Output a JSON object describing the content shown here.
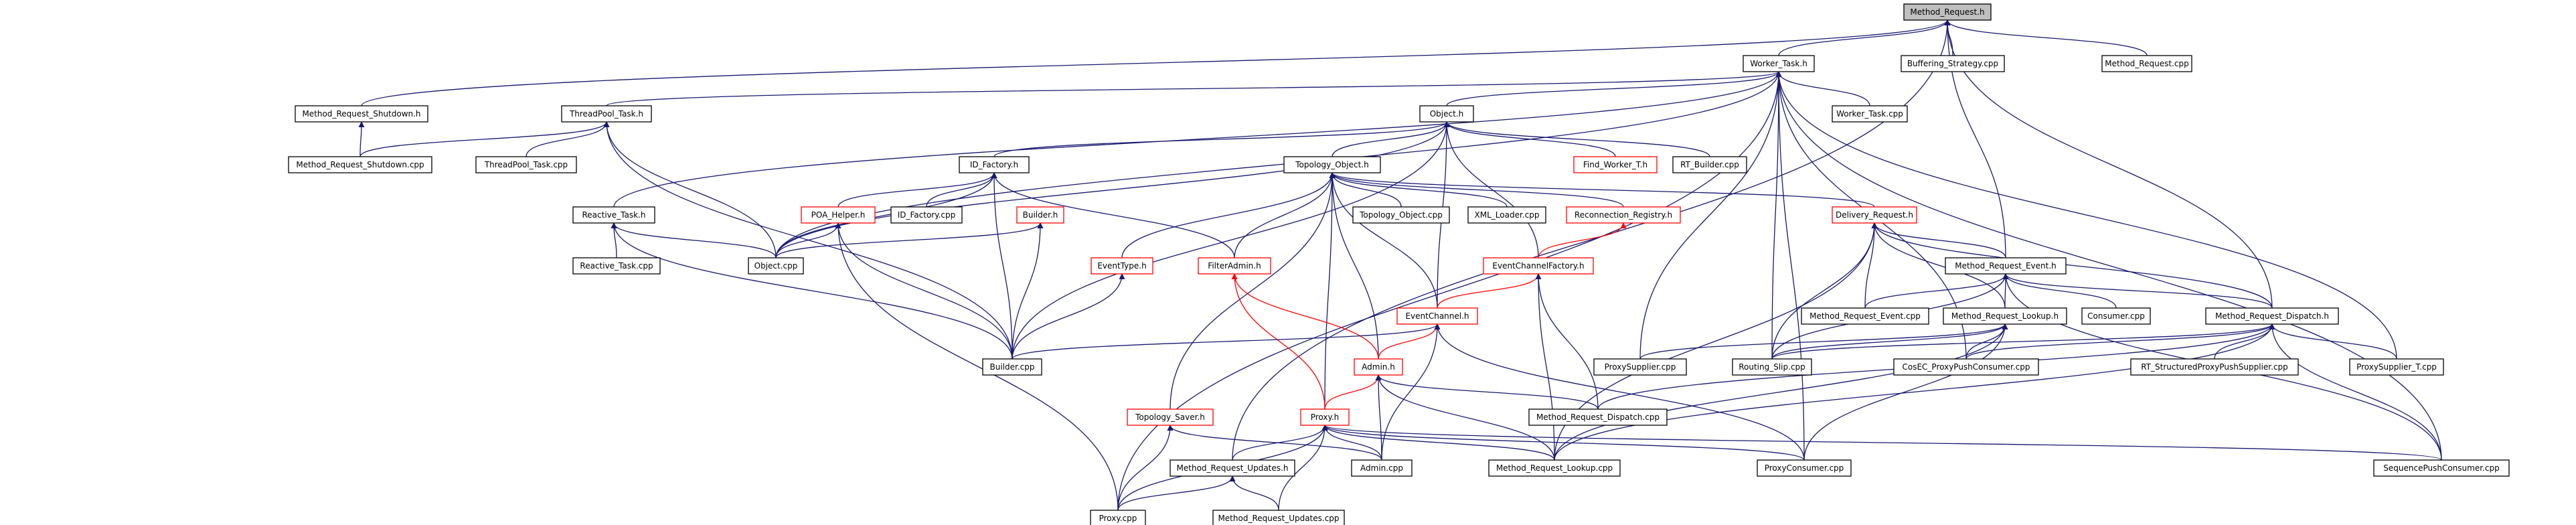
{
  "graph": {
    "root": "Method_Request.h",
    "colors": {
      "edge": "#191970",
      "incomplete_edge": "#ff0000",
      "node_border": "#000000",
      "incomplete_border": "#ff0000",
      "root_fill": "#bfbfbf",
      "background": "#ffffff"
    },
    "nodes": [
      {
        "id": "method_request_h",
        "label": "Method_Request.h",
        "root": true
      },
      {
        "id": "worker_task_h",
        "label": "Worker_Task.h"
      },
      {
        "id": "buffering_strategy_cpp",
        "label": "Buffering_Strategy.cpp"
      },
      {
        "id": "method_request_cpp",
        "label": "Method_Request.cpp"
      },
      {
        "id": "method_request_shutdown_h",
        "label": "Method_Request_Shutdown.h"
      },
      {
        "id": "threadpool_task_h",
        "label": "ThreadPool_Task.h"
      },
      {
        "id": "object_h",
        "label": "Object.h"
      },
      {
        "id": "worker_task_cpp",
        "label": "Worker_Task.cpp"
      },
      {
        "id": "method_request_shutdown_cpp",
        "label": "Method_Request_Shutdown.cpp"
      },
      {
        "id": "threadpool_task_cpp",
        "label": "ThreadPool_Task.cpp"
      },
      {
        "id": "id_factory_h",
        "label": "ID_Factory.h"
      },
      {
        "id": "topology_object_h",
        "label": "Topology_Object.h"
      },
      {
        "id": "find_worker_t_h",
        "label": "Find_Worker_T.h",
        "missing": true
      },
      {
        "id": "rt_builder_cpp",
        "label": "RT_Builder.cpp"
      },
      {
        "id": "reactive_task_h",
        "label": "Reactive_Task.h"
      },
      {
        "id": "poa_helper_h",
        "label": "POA_Helper.h",
        "missing": true
      },
      {
        "id": "id_factory_cpp",
        "label": "ID_Factory.cpp"
      },
      {
        "id": "builder_h",
        "label": "Builder.h",
        "missing": true
      },
      {
        "id": "topology_object_cpp",
        "label": "Topology_Object.cpp"
      },
      {
        "id": "xml_loader_cpp",
        "label": "XML_Loader.cpp"
      },
      {
        "id": "reconnection_registry_h",
        "label": "Reconnection_Registry.h",
        "missing": true
      },
      {
        "id": "delivery_request_h",
        "label": "Delivery_Request.h",
        "missing": true
      },
      {
        "id": "reactive_task_cpp",
        "label": "Reactive_Task.cpp"
      },
      {
        "id": "object_cpp",
        "label": "Object.cpp"
      },
      {
        "id": "eventtype_h",
        "label": "EventType.h",
        "missing": true
      },
      {
        "id": "filteradmin_h",
        "label": "FilterAdmin.h",
        "missing": true
      },
      {
        "id": "eventchannelfactory_h",
        "label": "EventChannelFactory.h",
        "missing": true
      },
      {
        "id": "method_request_event_h",
        "label": "Method_Request_Event.h"
      },
      {
        "id": "eventchannel_h",
        "label": "EventChannel.h",
        "missing": true
      },
      {
        "id": "method_request_event_cpp",
        "label": "Method_Request_Event.cpp"
      },
      {
        "id": "method_request_lookup_h",
        "label": "Method_Request_Lookup.h"
      },
      {
        "id": "consumer_cpp",
        "label": "Consumer.cpp"
      },
      {
        "id": "method_request_dispatch_h",
        "label": "Method_Request_Dispatch.h"
      },
      {
        "id": "builder_cpp",
        "label": "Builder.cpp"
      },
      {
        "id": "admin_h",
        "label": "Admin.h",
        "missing": true
      },
      {
        "id": "proxysupplier_cpp",
        "label": "ProxySupplier.cpp"
      },
      {
        "id": "routing_slip_cpp",
        "label": "Routing_Slip.cpp"
      },
      {
        "id": "cosec_proxypushconsumer_cpp",
        "label": "CosEC_ProxyPushConsumer.cpp"
      },
      {
        "id": "rt_structuredproxypushsupplier_cpp",
        "label": "RT_StructuredProxyPushSupplier.cpp"
      },
      {
        "id": "proxysupplier_t_cpp",
        "label": "ProxySupplier_T.cpp"
      },
      {
        "id": "topology_saver_h",
        "label": "Topology_Saver.h",
        "missing": true
      },
      {
        "id": "proxy_h",
        "label": "Proxy.h",
        "missing": true
      },
      {
        "id": "method_request_dispatch_cpp",
        "label": "Method_Request_Dispatch.cpp"
      },
      {
        "id": "method_request_updates_h",
        "label": "Method_Request_Updates.h"
      },
      {
        "id": "admin_cpp",
        "label": "Admin.cpp"
      },
      {
        "id": "method_request_lookup_cpp",
        "label": "Method_Request_Lookup.cpp"
      },
      {
        "id": "proxyconsumer_cpp",
        "label": "ProxyConsumer.cpp"
      },
      {
        "id": "sequencepushconsumer_cpp",
        "label": "SequencePushConsumer.cpp"
      },
      {
        "id": "proxy_cpp",
        "label": "Proxy.cpp"
      },
      {
        "id": "method_request_updates_cpp",
        "label": "Method_Request_Updates.cpp"
      }
    ],
    "edges": [
      [
        "method_request_h",
        "worker_task_h"
      ],
      [
        "method_request_h",
        "buffering_strategy_cpp"
      ],
      [
        "method_request_h",
        "method_request_cpp"
      ],
      [
        "method_request_h",
        "method_request_shutdown_h"
      ],
      [
        "method_request_h",
        "method_request_event_h"
      ],
      [
        "method_request_h",
        "method_request_dispatch_h"
      ],
      [
        "method_request_h",
        "method_request_updates_h"
      ],
      [
        "worker_task_h",
        "threadpool_task_h"
      ],
      [
        "worker_task_h",
        "object_h"
      ],
      [
        "worker_task_h",
        "worker_task_cpp"
      ],
      [
        "worker_task_h",
        "reactive_task_h"
      ],
      [
        "worker_task_h",
        "object_cpp"
      ],
      [
        "worker_task_h",
        "proxy_cpp"
      ],
      [
        "worker_task_h",
        "proxysupplier_cpp"
      ],
      [
        "worker_task_h",
        "routing_slip_cpp"
      ],
      [
        "worker_task_h",
        "proxysupplier_t_cpp"
      ],
      [
        "worker_task_h",
        "sequencepushconsumer_cpp"
      ],
      [
        "worker_task_h",
        "proxyconsumer_cpp"
      ],
      [
        "worker_task_h",
        "cosec_proxypushconsumer_cpp"
      ],
      [
        "method_request_shutdown_h",
        "method_request_shutdown_cpp"
      ],
      [
        "threadpool_task_h",
        "method_request_shutdown_cpp"
      ],
      [
        "threadpool_task_h",
        "threadpool_task_cpp"
      ],
      [
        "threadpool_task_h",
        "object_cpp"
      ],
      [
        "threadpool_task_h",
        "builder_cpp"
      ],
      [
        "object_h",
        "id_factory_h"
      ],
      [
        "object_h",
        "topology_object_h"
      ],
      [
        "object_h",
        "find_worker_t_h"
      ],
      [
        "object_h",
        "rt_builder_cpp"
      ],
      [
        "object_h",
        "object_cpp"
      ],
      [
        "object_h",
        "builder_cpp"
      ],
      [
        "object_h",
        "eventchannel_h"
      ],
      [
        "object_h",
        "eventchannelfactory_h"
      ],
      [
        "id_factory_h",
        "poa_helper_h"
      ],
      [
        "id_factory_h",
        "id_factory_cpp"
      ],
      [
        "id_factory_h",
        "filteradmin_h"
      ],
      [
        "id_factory_h",
        "builder_cpp"
      ],
      [
        "id_factory_h",
        "object_cpp"
      ],
      [
        "topology_object_h",
        "topology_object_cpp"
      ],
      [
        "topology_object_h",
        "xml_loader_cpp"
      ],
      [
        "topology_object_h",
        "reconnection_registry_h"
      ],
      [
        "topology_object_h",
        "delivery_request_h"
      ],
      [
        "topology_object_h",
        "eventtype_h"
      ],
      [
        "topology_object_h",
        "filteradmin_h"
      ],
      [
        "topology_object_h",
        "eventchannel_h"
      ],
      [
        "topology_object_h",
        "admin_h"
      ],
      [
        "topology_object_h",
        "topology_saver_h"
      ],
      [
        "topology_object_h",
        "proxy_h"
      ],
      [
        "reactive_task_h",
        "reactive_task_cpp"
      ],
      [
        "reactive_task_h",
        "object_cpp"
      ],
      [
        "reactive_task_h",
        "builder_cpp"
      ],
      [
        "poa_helper_h",
        "object_cpp"
      ],
      [
        "poa_helper_h",
        "builder_cpp"
      ],
      [
        "poa_helper_h",
        "proxy_cpp"
      ],
      [
        "builder_h",
        "builder_cpp"
      ],
      [
        "builder_h",
        "object_cpp"
      ],
      [
        "reconnection_registry_h",
        "eventchannelfactory_h"
      ],
      [
        "delivery_request_h",
        "method_request_event_h"
      ],
      [
        "delivery_request_h",
        "method_request_event_cpp"
      ],
      [
        "delivery_request_h",
        "method_request_lookup_h"
      ],
      [
        "delivery_request_h",
        "method_request_dispatch_h"
      ],
      [
        "delivery_request_h",
        "routing_slip_cpp"
      ],
      [
        "delivery_request_h",
        "method_request_lookup_cpp"
      ],
      [
        "eventtype_h",
        "builder_cpp"
      ],
      [
        "filteradmin_h",
        "admin_h"
      ],
      [
        "filteradmin_h",
        "proxy_h"
      ],
      [
        "eventchannelfactory_h",
        "eventchannel_h"
      ],
      [
        "eventchannelfactory_h",
        "method_request_dispatch_cpp"
      ],
      [
        "eventchannelfactory_h",
        "method_request_lookup_cpp"
      ],
      [
        "method_request_event_h",
        "method_request_event_cpp"
      ],
      [
        "method_request_event_h",
        "method_request_lookup_h"
      ],
      [
        "method_request_event_h",
        "consumer_cpp"
      ],
      [
        "method_request_event_h",
        "method_request_dispatch_h"
      ],
      [
        "method_request_event_h",
        "routing_slip_cpp"
      ],
      [
        "method_request_event_h",
        "sequencepushconsumer_cpp"
      ],
      [
        "eventchannel_h",
        "builder_cpp"
      ],
      [
        "eventchannel_h",
        "admin_h"
      ],
      [
        "eventchannel_h",
        "admin_cpp"
      ],
      [
        "eventchannel_h",
        "proxyconsumer_cpp"
      ],
      [
        "method_request_lookup_h",
        "cosec_proxypushconsumer_cpp"
      ],
      [
        "method_request_lookup_h",
        "proxysupplier_cpp"
      ],
      [
        "method_request_lookup_h",
        "routing_slip_cpp"
      ],
      [
        "method_request_lookup_h",
        "method_request_lookup_cpp"
      ],
      [
        "method_request_lookup_h",
        "proxyconsumer_cpp"
      ],
      [
        "method_request_dispatch_h",
        "routing_slip_cpp"
      ],
      [
        "method_request_dispatch_h",
        "rt_structuredproxypushsupplier_cpp"
      ],
      [
        "method_request_dispatch_h",
        "proxysupplier_t_cpp"
      ],
      [
        "method_request_dispatch_h",
        "method_request_dispatch_cpp"
      ],
      [
        "method_request_dispatch_h",
        "sequencepushconsumer_cpp"
      ],
      [
        "method_request_dispatch_h",
        "cosec_proxypushconsumer_cpp"
      ],
      [
        "method_request_dispatch_h",
        "method_request_lookup_cpp"
      ],
      [
        "admin_h",
        "proxy_h"
      ],
      [
        "admin_h",
        "admin_cpp"
      ],
      [
        "admin_h",
        "method_request_dispatch_cpp"
      ],
      [
        "admin_h",
        "method_request_lookup_cpp"
      ],
      [
        "topology_saver_h",
        "proxy_cpp"
      ],
      [
        "topology_saver_h",
        "admin_cpp"
      ],
      [
        "proxy_h",
        "method_request_updates_h"
      ],
      [
        "proxy_h",
        "admin_cpp"
      ],
      [
        "proxy_h",
        "proxy_cpp"
      ],
      [
        "proxy_h",
        "method_request_lookup_cpp"
      ],
      [
        "proxy_h",
        "proxyconsumer_cpp"
      ],
      [
        "proxy_h",
        "sequencepushconsumer_cpp"
      ],
      [
        "proxy_h",
        "method_request_updates_cpp"
      ],
      [
        "method_request_updates_h",
        "proxy_cpp"
      ],
      [
        "method_request_updates_h",
        "method_request_updates_cpp"
      ]
    ]
  }
}
